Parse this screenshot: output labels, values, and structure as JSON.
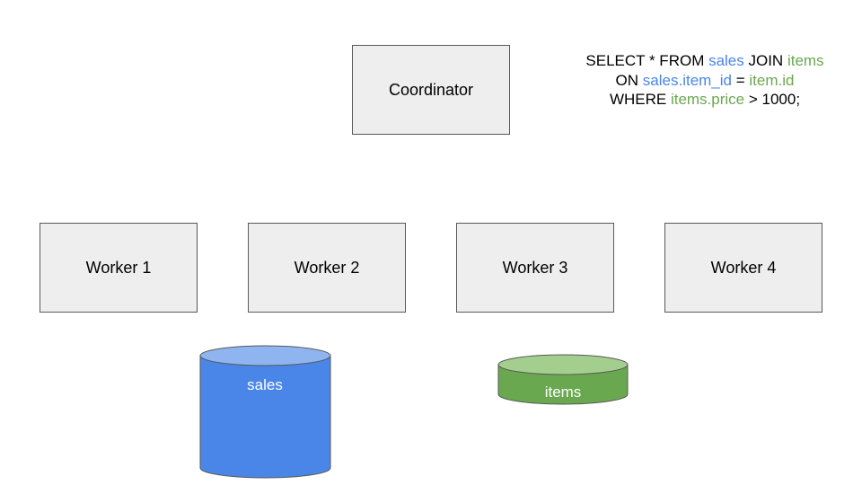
{
  "coordinator": {
    "label": "Coordinator"
  },
  "workers": [
    {
      "label": "Worker 1"
    },
    {
      "label": "Worker 2"
    },
    {
      "label": "Worker 3"
    },
    {
      "label": "Worker 4"
    }
  ],
  "query": {
    "line1": {
      "select": "SELECT * FROM ",
      "table1": "sales",
      "join": " JOIN ",
      "table2": "items"
    },
    "line2": {
      "on": "ON ",
      "col1": "sales.item_id",
      "eq": " = ",
      "col2": "item.id"
    },
    "line3": {
      "where": "WHERE ",
      "col": "items.price",
      "cond": " > 1000;"
    }
  },
  "tables": {
    "sales": {
      "label": "sales",
      "color": "#4a86e8",
      "top_color": "#8fb5f1"
    },
    "items": {
      "label": "items",
      "color": "#6aa84f",
      "top_color": "#a3ce8e"
    }
  }
}
